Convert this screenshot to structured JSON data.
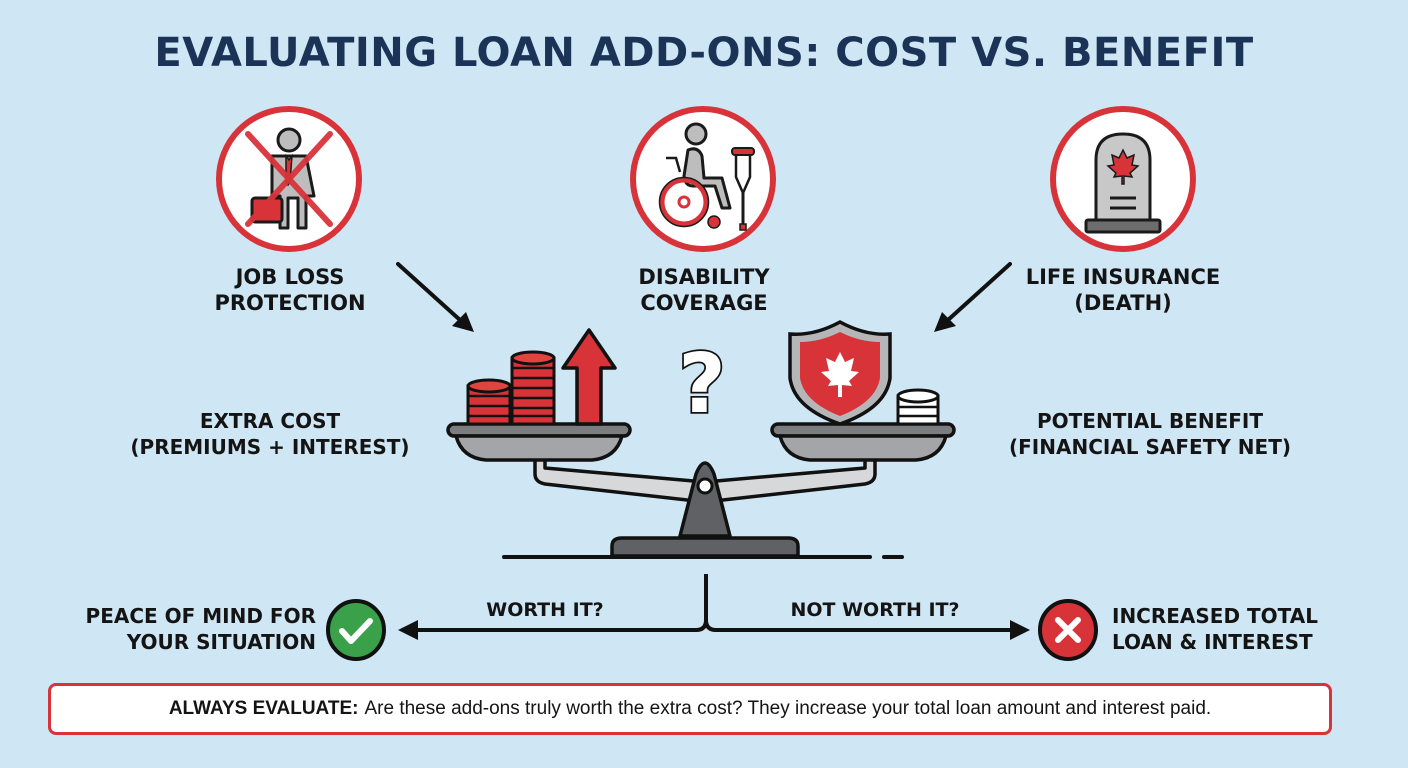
{
  "title": "EVALUATING LOAN ADD-ONS: COST VS. BENEFIT",
  "add_ons": [
    {
      "label_line1": "JOB LOSS",
      "label_line2": "PROTECTION",
      "icon": "job-loss-icon"
    },
    {
      "label_line1": "DISABILITY",
      "label_line2": "COVERAGE",
      "icon": "wheelchair-crutch-icon"
    },
    {
      "label_line1": "LIFE INSURANCE",
      "label_line2": "(DEATH)",
      "icon": "tombstone-maple-leaf-icon"
    }
  ],
  "scale": {
    "left_label_line1": "EXTRA COST",
    "left_label_line2": "(PREMIUMS + INTEREST)",
    "right_label_line1": "POTENTIAL BENEFIT",
    "right_label_line2": "(FINANCIAL SAFETY NET)",
    "center_symbol": "?"
  },
  "outcomes": {
    "left_branch_label": "WORTH IT?",
    "right_branch_label": "NOT WORTH IT?",
    "positive_line1": "PEACE OF MIND FOR",
    "positive_line2": "YOUR SITUATION",
    "negative_line1": "INCREASED TOTAL",
    "negative_line2": "LOAN & INTEREST"
  },
  "callout": {
    "lead": "ALWAYS EVALUATE:",
    "text": "Are these add-ons truly worth the extra cost? They increase your total loan amount and interest paid."
  },
  "colors": {
    "background": "#cfe6f4",
    "title": "#1b3356",
    "accent_red": "#d9333a",
    "success_green": "#3aa04a",
    "scale_gray": "#7a7c7f"
  }
}
